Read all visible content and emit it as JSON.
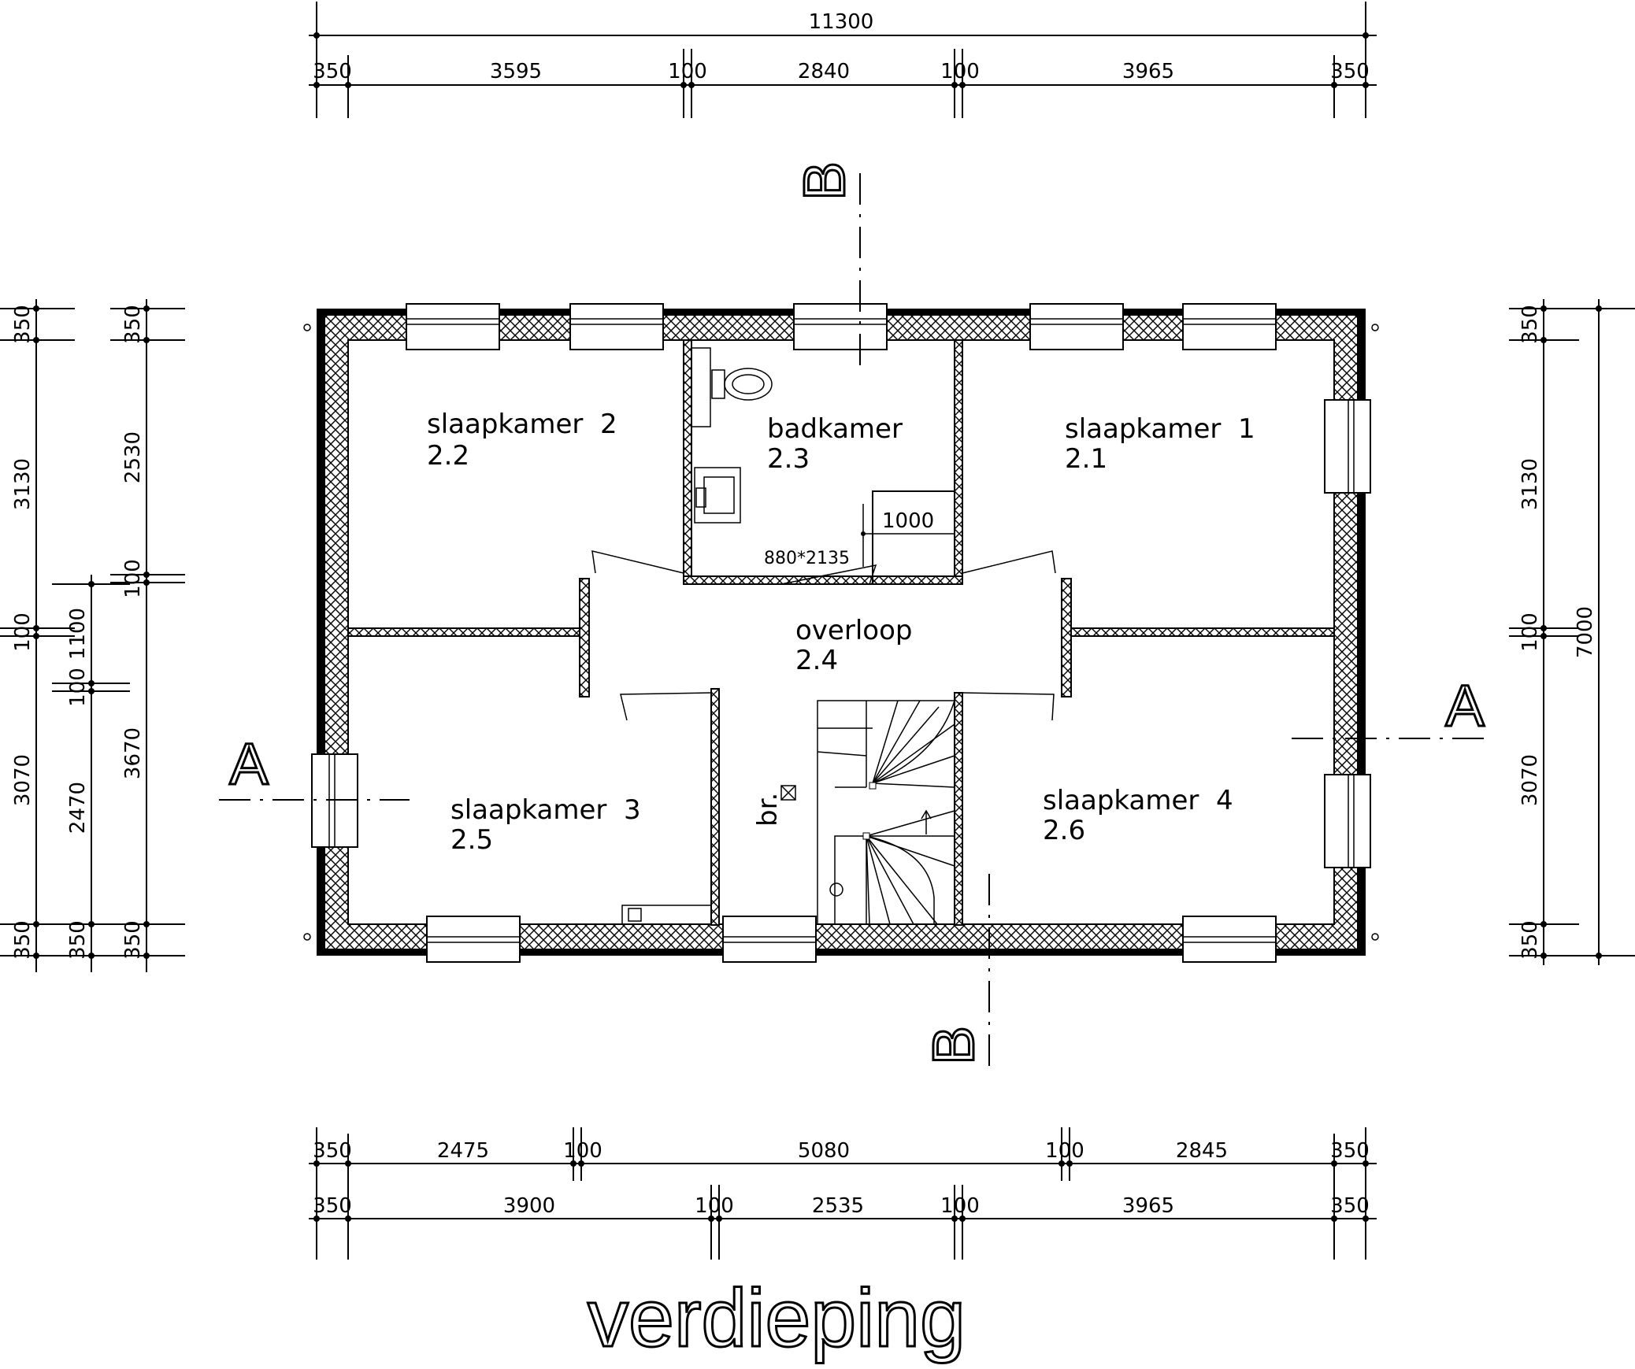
{
  "title": "verdieping",
  "rooms": [
    {
      "name": "slaapkamer  2",
      "number": "2.2"
    },
    {
      "name": "badkamer",
      "number": "2.3"
    },
    {
      "name": "slaapkamer  1",
      "number": "2.1"
    },
    {
      "name": "overloop",
      "number": "2.4"
    },
    {
      "name": "slaapkamer  3",
      "number": "2.5"
    },
    {
      "name": "slaapkamer  4",
      "number": "2.6"
    }
  ],
  "labels": {
    "door_size": "880*2135",
    "shower_width": "1000",
    "br": "br.",
    "section_a": "A",
    "section_b": "B"
  },
  "dimensions": {
    "top_total": "11300",
    "top_row": [
      "350",
      "3595",
      "100",
      "2840",
      "100",
      "3965",
      "350"
    ],
    "bottom_row1": [
      "350",
      "2475",
      "100",
      "5080",
      "100",
      "2845",
      "350"
    ],
    "bottom_row2": [
      "350",
      "3900",
      "100",
      "2535",
      "100",
      "3965",
      "350"
    ],
    "left_col1": [
      "350",
      "3130",
      "100",
      "3070",
      "350"
    ],
    "left_col2": [
      "1100",
      "100",
      "2470",
      "350"
    ],
    "left_col3": [
      "350",
      "2530",
      "100",
      "3670",
      "350"
    ],
    "right_col1": [
      "350",
      "3130",
      "100",
      "3070",
      "350"
    ],
    "right_total": "7000"
  }
}
